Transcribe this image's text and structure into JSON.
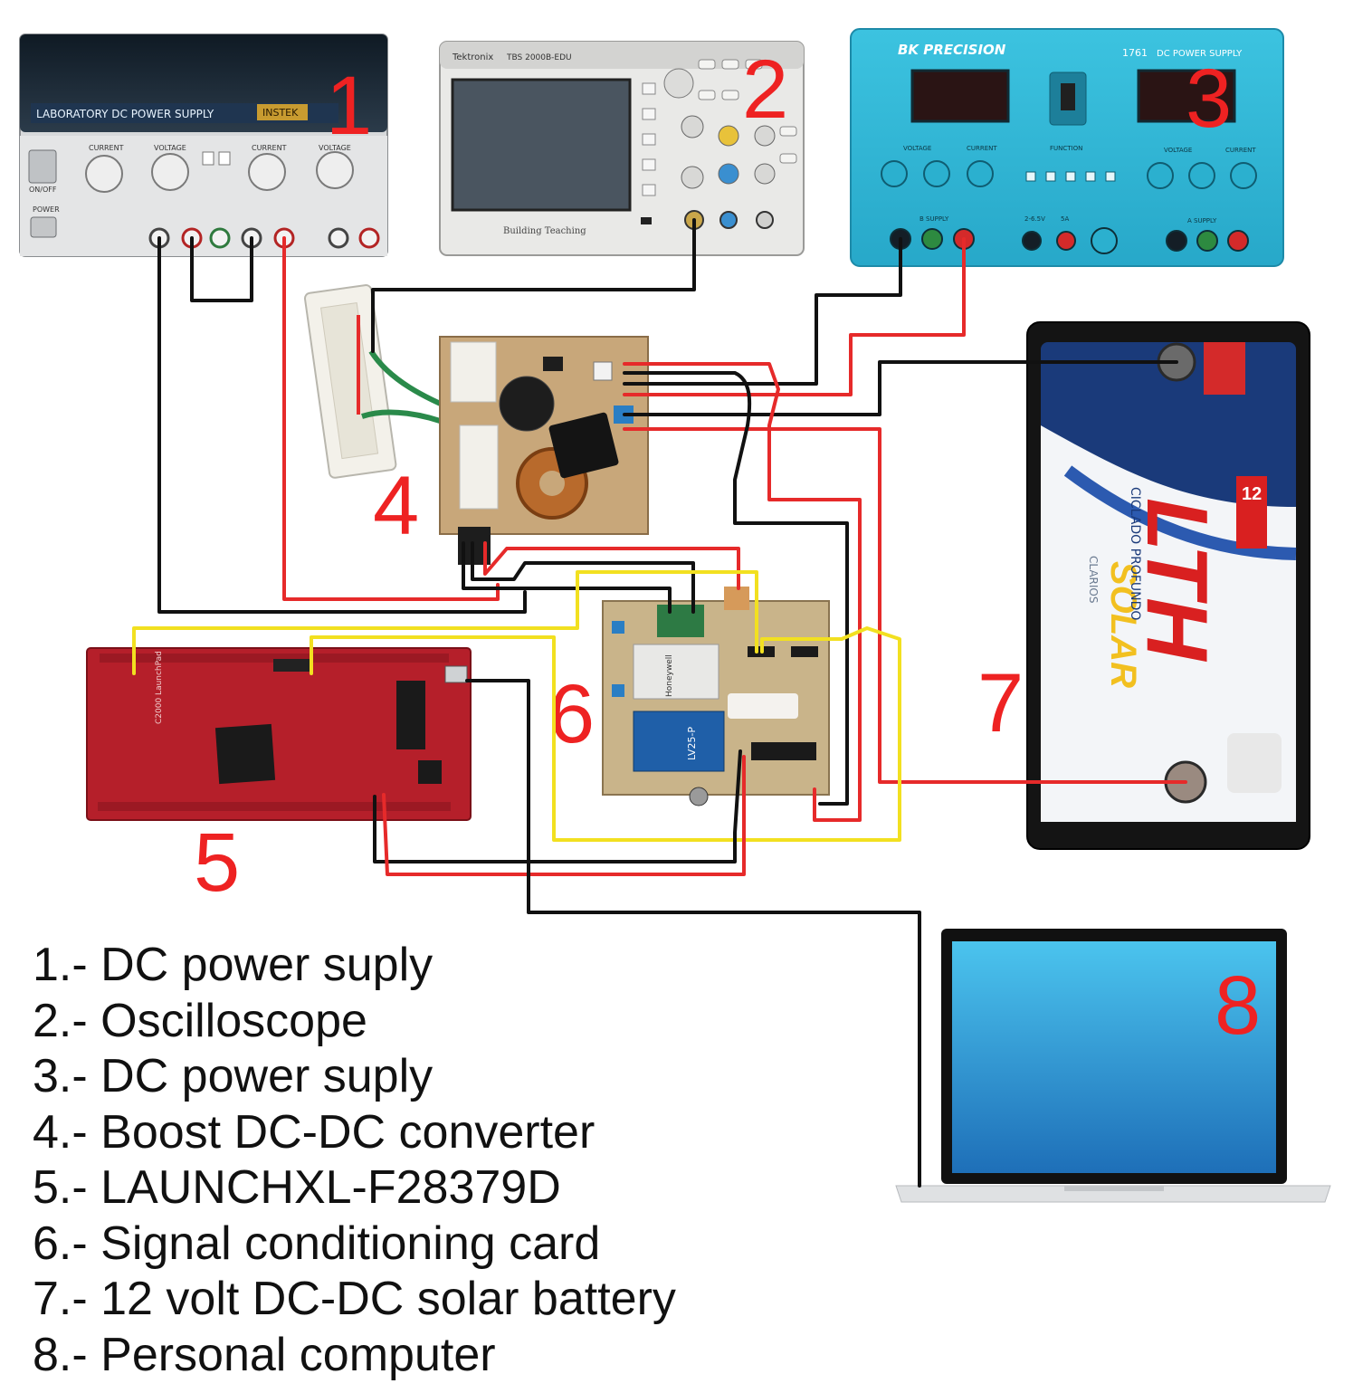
{
  "devices": [
    {
      "id": "1",
      "label": "1",
      "name": "DC power suply",
      "panel_text": "LABORATORY DC POWER SUPPLY",
      "brand": "INSTEK",
      "knob_labels": [
        "CURRENT",
        "VOLTAGE",
        "CURRENT",
        "VOLTAGE"
      ],
      "button_labels": [
        "ON/OFF",
        "POWER"
      ]
    },
    {
      "id": "2",
      "label": "2",
      "name": "Oscilloscope",
      "brand": "Tektronix",
      "model": "TBS 2000B-EDU",
      "bezel_text": "Building Teaching"
    },
    {
      "id": "3",
      "label": "3",
      "name": "DC power suply",
      "brand": "BK PRECISION",
      "model": "1761",
      "panel_text": "DC POWER SUPPLY",
      "section_labels": [
        "VOLTAGE",
        "CURRENT",
        "FUNCTION",
        "VOLTAGE",
        "CURRENT"
      ],
      "terminal_labels": [
        "B SUPPLY",
        "2-6.5V",
        "5A",
        "A SUPPLY"
      ]
    },
    {
      "id": "4",
      "label": "4",
      "name": "Boost DC-DC converter"
    },
    {
      "id": "5",
      "label": "5",
      "name": "LAUNCHXL-F28379D",
      "silkscreen": "C2000 LaunchPad"
    },
    {
      "id": "6",
      "label": "6",
      "name": "Signal conditioning card",
      "components": [
        "Honeywell",
        "LV25-P"
      ]
    },
    {
      "id": "7",
      "label": "7",
      "name": "12 volt DC-DC solar battery",
      "brand": "LTH",
      "product": "SOLAR",
      "subtitle": "CICLADO PROFUNDO",
      "maker": "CLARIOS",
      "badge": "12"
    },
    {
      "id": "8",
      "label": "8",
      "name": "Personal computer"
    }
  ],
  "legend": [
    "1.- DC power suply",
    "2.- Oscilloscope",
    "3.- DC power suply",
    "4.- Boost DC-DC converter",
    "5.- LAUNCHXL-F28379D",
    "6.- Signal conditioning card",
    "7.- 12 volt DC-DC solar battery",
    "8.- Personal computer"
  ],
  "colors": {
    "label_red": "#ee2222",
    "wire_black": "#111111",
    "wire_red": "#e62a2a",
    "wire_yellow": "#f2e020",
    "wire_green": "#2a8a4a",
    "pcb_red": "#b51f2a",
    "pcb_tan": "#c8a77a",
    "supply_blue": "#2fb9d6",
    "battery_blue": "#1f3f82",
    "laptop_screen": "#2a9ad8"
  }
}
